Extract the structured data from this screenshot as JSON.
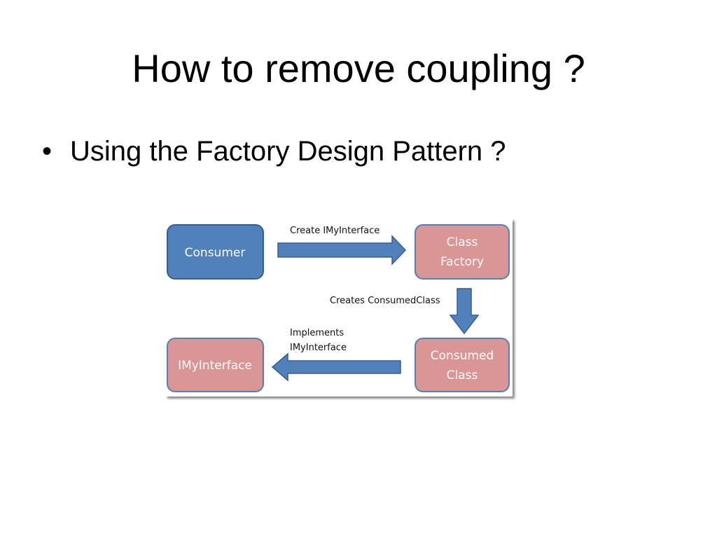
{
  "slide": {
    "title": "How to remove coupling ?",
    "bullet_marker": "•",
    "bullet_text": "Using the Factory Design Pattern ?"
  },
  "diagram": {
    "colors": {
      "consumer_fill": "#4f81bd",
      "consumer_stroke": "#385d8a",
      "pink_fill": "#d99694",
      "pink_stroke": "#4f81bd",
      "arrow_fill": "#4f81bd",
      "arrow_stroke": "#385d8a"
    },
    "nodes": {
      "consumer": "Consumer",
      "class_factory_line1": "Class",
      "class_factory_line2": "Factory",
      "consumed_class_line1": "Consumed",
      "consumed_class_line2": "Class",
      "imyinterface": "IMyInterface"
    },
    "edges": {
      "create": "Create IMyInterface",
      "creates": "Creates ConsumedClass",
      "implements_line1": "Implements",
      "implements_line2": "IMyInterface"
    }
  }
}
